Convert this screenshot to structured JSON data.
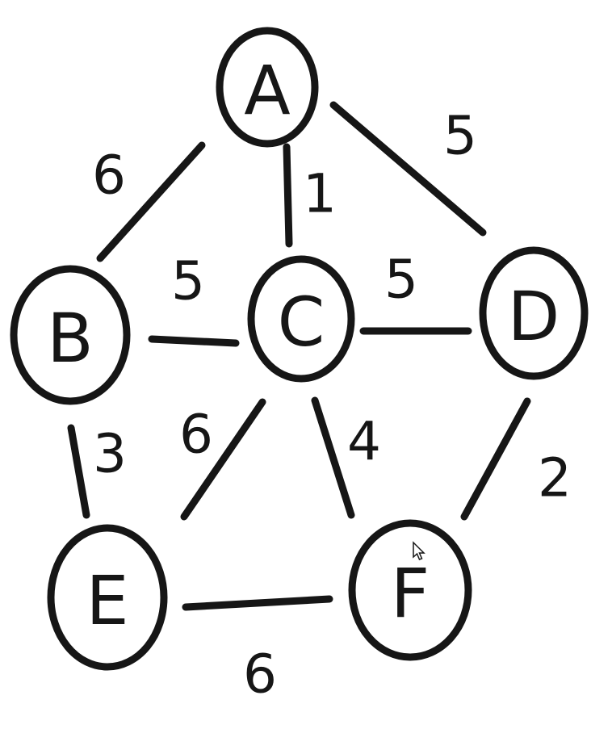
{
  "graph": {
    "nodes": [
      {
        "id": "A",
        "label": "A"
      },
      {
        "id": "B",
        "label": "B"
      },
      {
        "id": "C",
        "label": "C"
      },
      {
        "id": "D",
        "label": "D"
      },
      {
        "id": "E",
        "label": "E"
      },
      {
        "id": "F",
        "label": "F"
      }
    ],
    "edges": [
      {
        "from": "A",
        "to": "B",
        "weight": "6"
      },
      {
        "from": "A",
        "to": "C",
        "weight": "1"
      },
      {
        "from": "A",
        "to": "D",
        "weight": "5"
      },
      {
        "from": "B",
        "to": "C",
        "weight": "5"
      },
      {
        "from": "C",
        "to": "D",
        "weight": "5"
      },
      {
        "from": "B",
        "to": "E",
        "weight": "3"
      },
      {
        "from": "C",
        "to": "E",
        "weight": "6"
      },
      {
        "from": "C",
        "to": "F",
        "weight": "4"
      },
      {
        "from": "D",
        "to": "F",
        "weight": "2"
      },
      {
        "from": "E",
        "to": "F",
        "weight": "6"
      }
    ]
  },
  "colors": {
    "ink": "#161616",
    "background": "#ffffff"
  },
  "icons": {
    "pointer": "mouse-pointer-icon"
  }
}
